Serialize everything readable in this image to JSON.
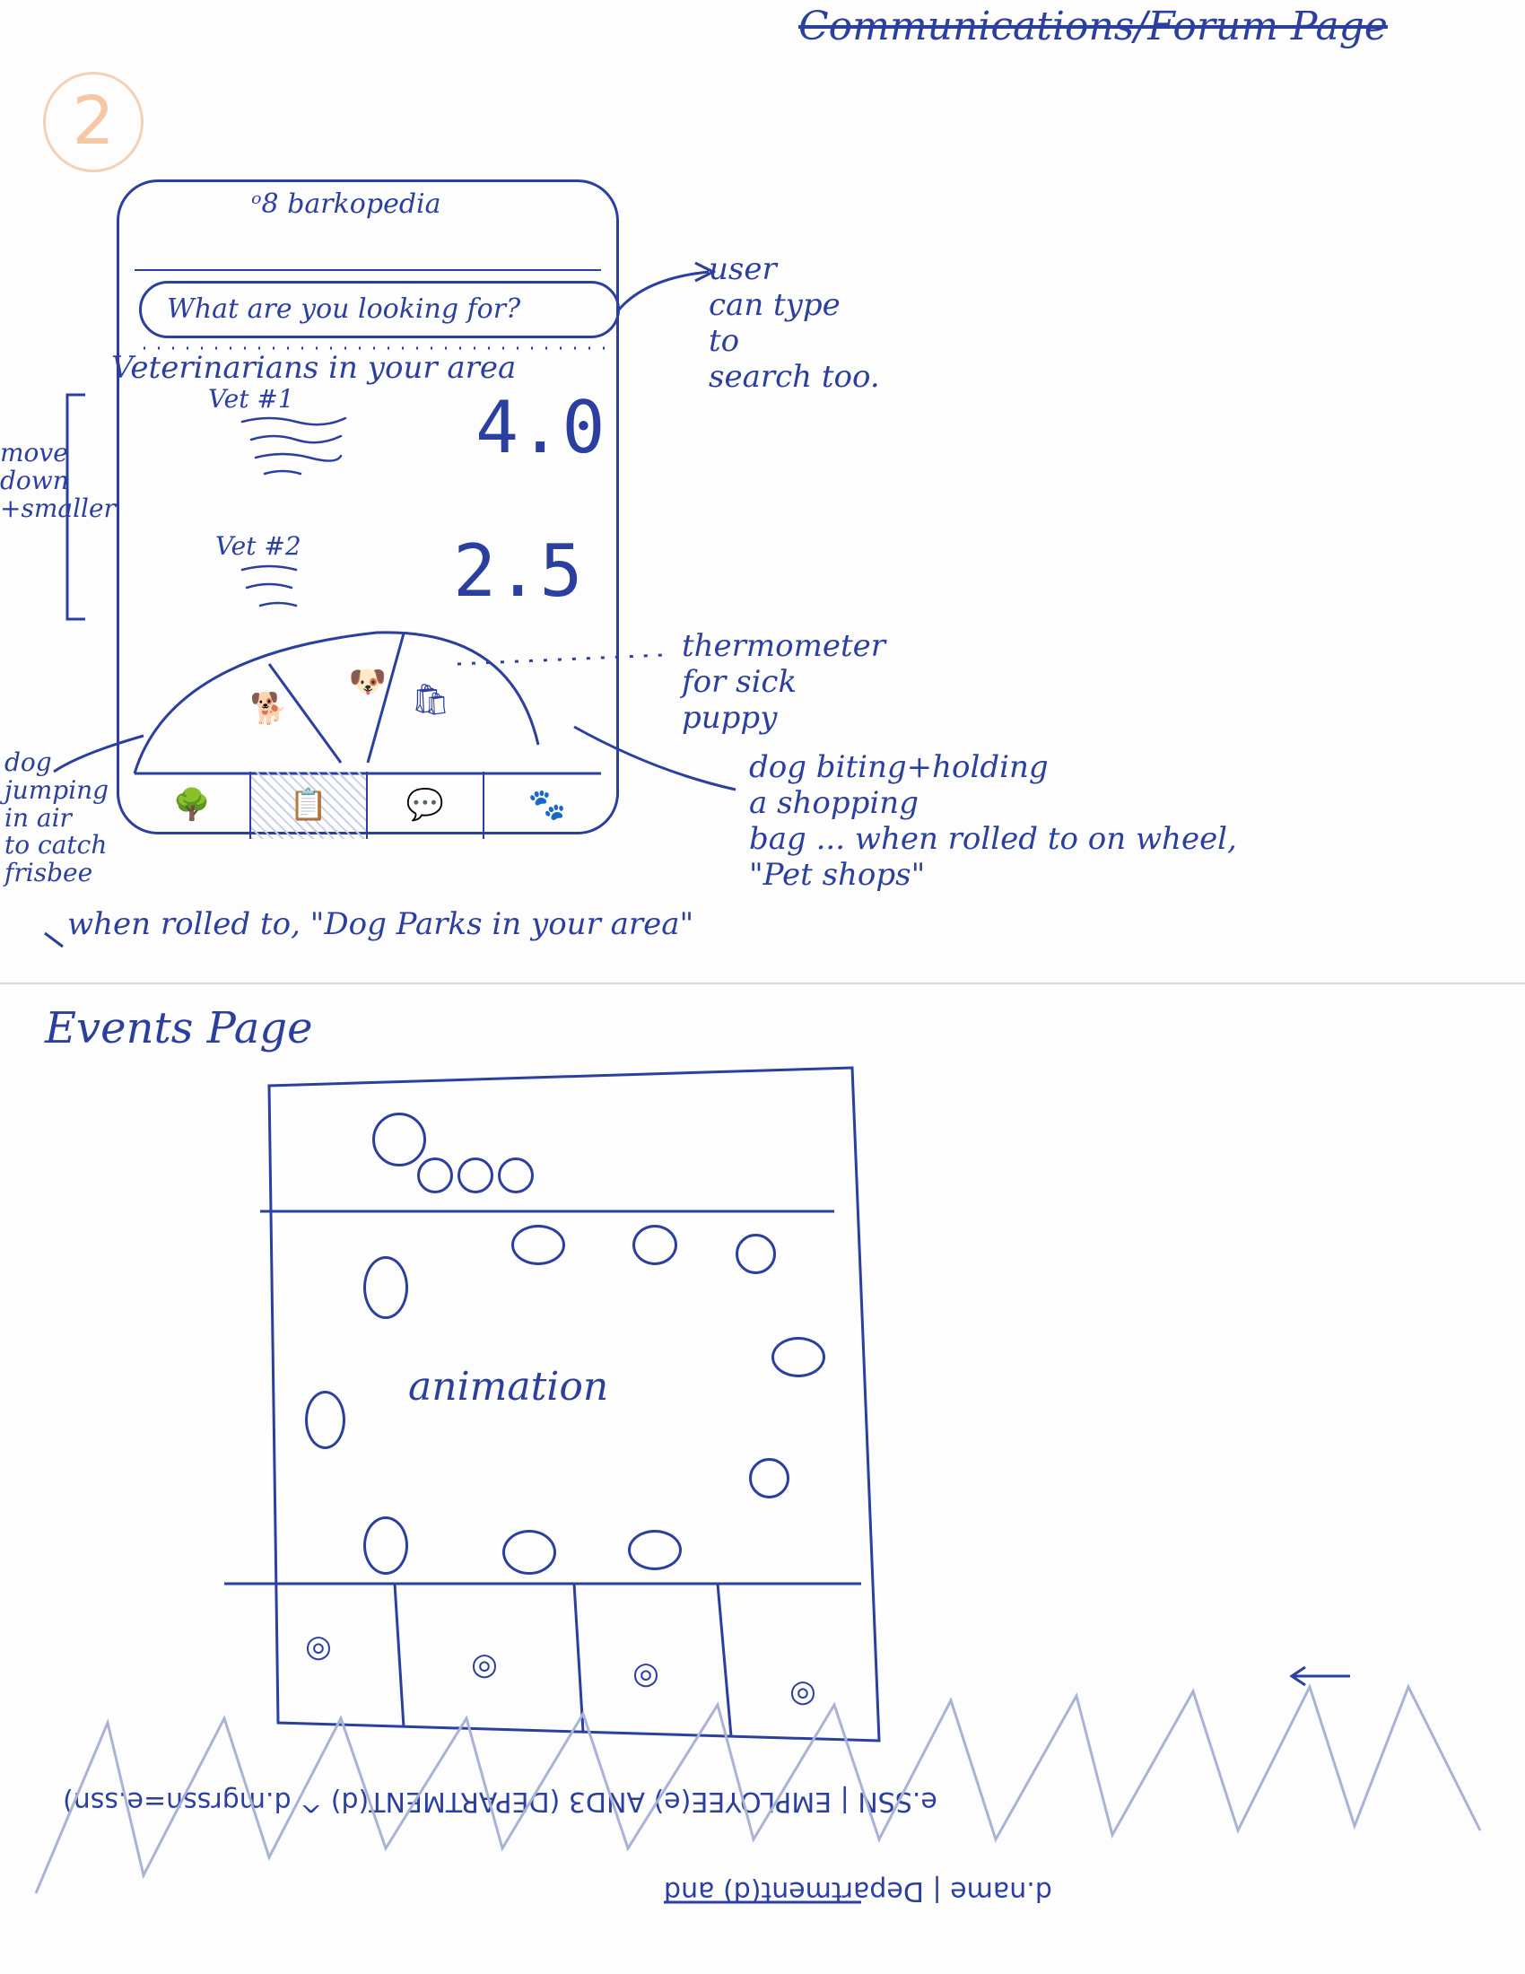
{
  "page_title": "Communications/Forum Page",
  "sketch_number": "2",
  "phone": {
    "logo": "barkopedia",
    "search_placeholder": "What are you looking for?",
    "vets_heading": "Veterinarians in your area",
    "vets": [
      {
        "label": "Vet #1",
        "rating": "4.0"
      },
      {
        "label": "Vet #2",
        "rating": "2.5"
      }
    ],
    "wheel_icons": [
      "dog-frisbee-icon",
      "dog-face-icon",
      "dog-shopping-bag-icon"
    ],
    "nav_icons": [
      "trees-icon",
      "map-icon",
      "chat-icon",
      "dog-icon"
    ]
  },
  "annotations": {
    "search_note": "user\ncan type\nto\nsearch too.",
    "move_note": "move\ndown\n+smaller",
    "thermometer_note": "thermometer\nfor sick\npuppy",
    "frisbee_note": "dog\njumping\nin air\nto catch\nfrisbee",
    "dog_parks_note": "when rolled to, \"Dog Parks in your area\"",
    "shopping_note": "dog biting+holding\na shopping\nbag ... when rolled to on wheel,\n\"Pet shops\""
  },
  "events": {
    "title": "Events Page",
    "animation_label": "animation",
    "profile_icon": "user-avatar-icon",
    "friend_icons": [
      "dog-icon",
      "dog-icon",
      "dog-icon"
    ],
    "nav_icons": [
      "target-icon",
      "target-icon",
      "target-icon",
      "target-icon"
    ]
  },
  "bottom_text": {
    "line1": "e.SSN | EMPLOYEE(e) AND3 (DEPARTMENT(d) ^ d.mgrssn=e.ssn)",
    "line2": "d.name | Department(d) and"
  }
}
